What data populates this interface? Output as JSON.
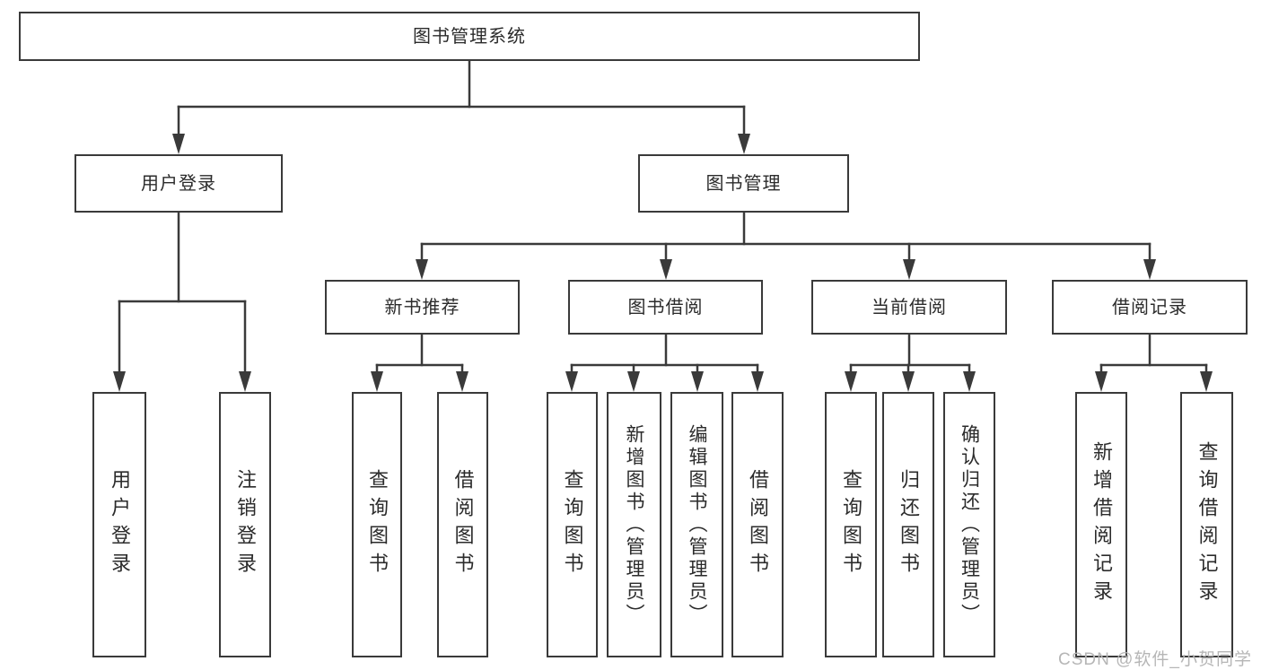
{
  "diagram": {
    "root": {
      "label": "图书管理系统"
    },
    "branches": [
      {
        "label": "用户登录",
        "children": [
          {
            "label": "用户登录"
          },
          {
            "label": "注销登录"
          }
        ]
      },
      {
        "label": "图书管理",
        "children": [
          {
            "label": "新书推荐",
            "children": [
              {
                "label": "查询图书"
              },
              {
                "label": "借阅图书"
              }
            ]
          },
          {
            "label": "图书借阅",
            "children": [
              {
                "label": "查询图书"
              },
              {
                "label": "新增图书（管理员）"
              },
              {
                "label": "编辑图书（管理员）"
              },
              {
                "label": "借阅图书"
              }
            ]
          },
          {
            "label": "当前借阅",
            "children": [
              {
                "label": "查询图书"
              },
              {
                "label": "归还图书"
              },
              {
                "label": "确认归还（管理员）"
              }
            ]
          },
          {
            "label": "借阅记录",
            "children": [
              {
                "label": "新增借阅记录"
              },
              {
                "label": "查询借阅记录"
              }
            ]
          }
        ]
      }
    ]
  },
  "watermark": {
    "text": "CSDN @软件_小贺同学"
  },
  "colors": {
    "line": "#3a3a3a",
    "text": "#2b2b2b",
    "watermark": "#b6b6b6",
    "background": "#ffffff"
  }
}
